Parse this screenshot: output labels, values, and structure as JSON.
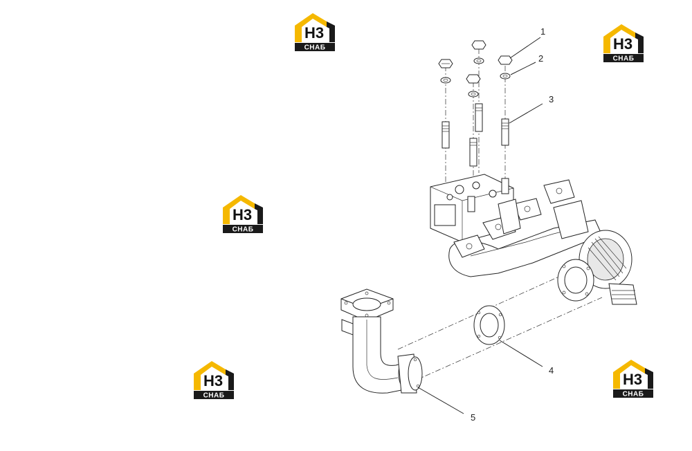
{
  "diagram": {
    "callouts": [
      {
        "id": "c1",
        "label": "1"
      },
      {
        "id": "c2",
        "label": "2"
      },
      {
        "id": "c3",
        "label": "3"
      },
      {
        "id": "c4",
        "label": "4"
      },
      {
        "id": "c5",
        "label": "5"
      }
    ]
  },
  "watermark": {
    "logo_letters": "Н3",
    "logo_caption": "СНАБ",
    "brand_color": "#f5b800",
    "dark_color": "#1a1a1a"
  }
}
